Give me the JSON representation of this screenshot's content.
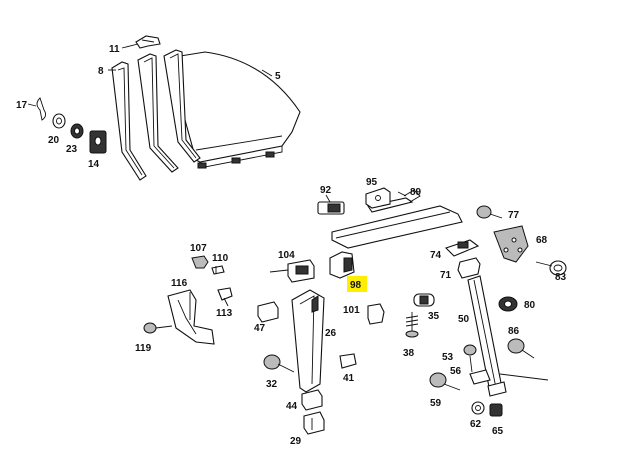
{
  "diagram": {
    "highlighted_part": "98",
    "callouts": {
      "c11": "11",
      "c8": "8",
      "c5": "5",
      "c17": "17",
      "c20": "20",
      "c23": "23",
      "c14": "14",
      "c92": "92",
      "c95": "95",
      "c89": "89",
      "c77": "77",
      "c68": "68",
      "c107": "107",
      "c110": "110",
      "c104": "104",
      "c74": "74",
      "c71": "71",
      "c83": "83",
      "c116": "116",
      "c98": "98",
      "c80": "80",
      "c113": "113",
      "c101": "101",
      "c35": "35",
      "c47": "47",
      "c26": "26",
      "c50": "50",
      "c86": "86",
      "c119": "119",
      "c38": "38",
      "c53": "53",
      "c41": "41",
      "c56": "56",
      "c32": "32",
      "c59": "59",
      "c44": "44",
      "c62": "62",
      "c65": "65",
      "c29": "29"
    }
  }
}
